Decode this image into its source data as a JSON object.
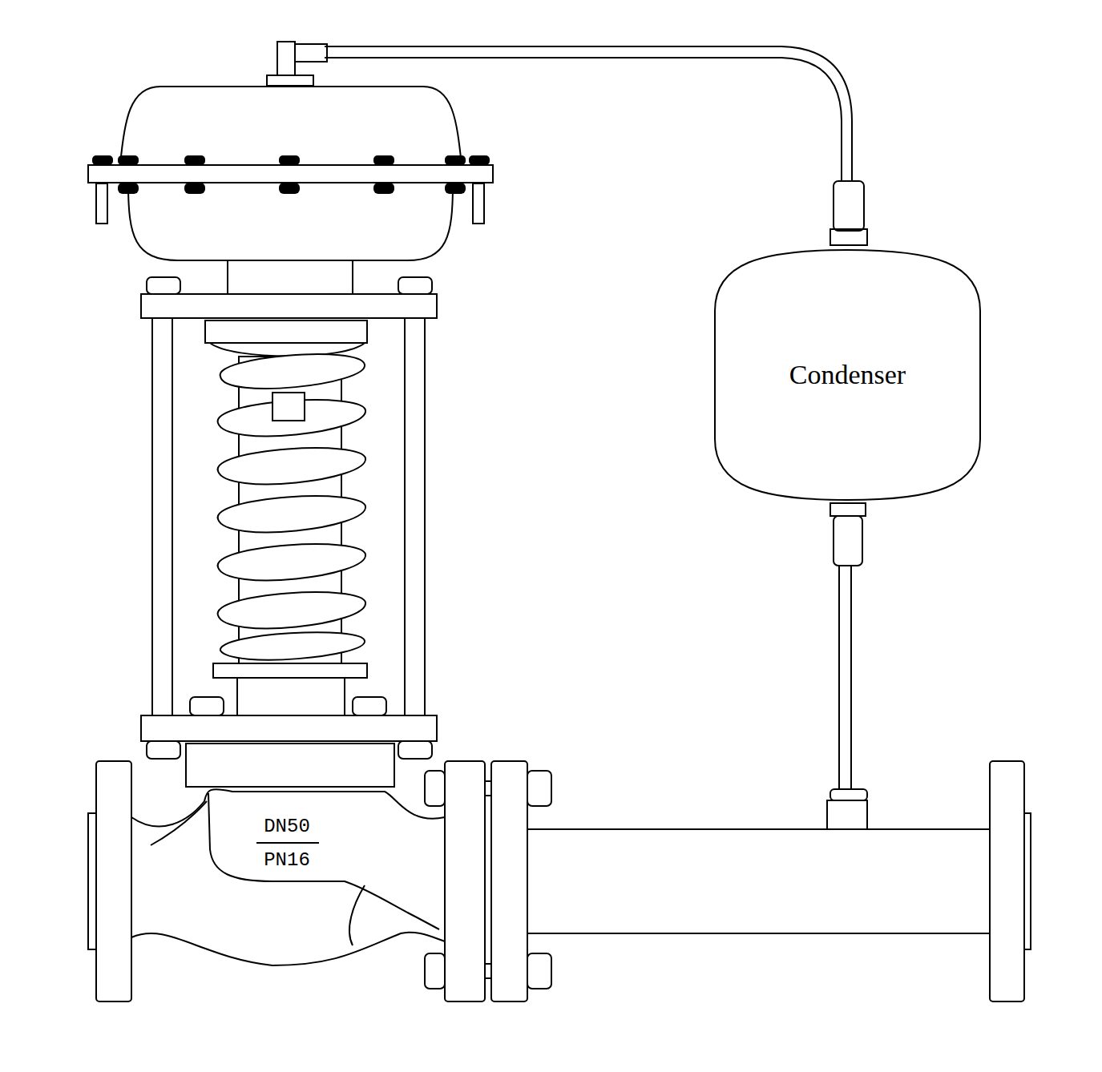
{
  "diagram": {
    "nodes": [
      {
        "text": [
          "Condenser"
        ]
      }
    ],
    "labels": [
      "DN50",
      "PN16"
    ]
  }
}
